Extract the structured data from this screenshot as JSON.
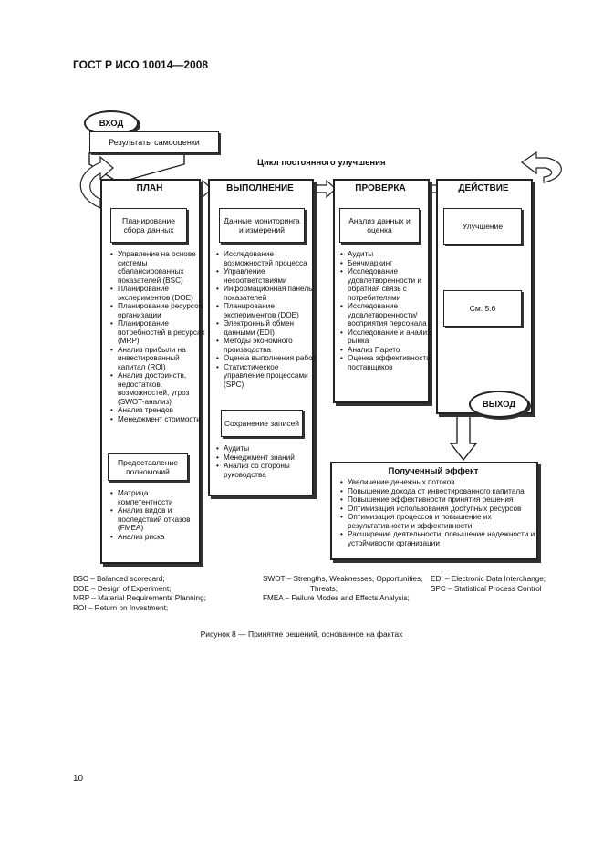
{
  "header": {
    "title": "ГОСТ Р ИСО 10014—2008"
  },
  "diagram": {
    "input_label": "ВХОД",
    "input_box": "Результаты самооценки",
    "cycle_title": "Цикл постоянного улучшения",
    "output_label": "ВЫХОД",
    "columns": [
      {
        "title": "ПЛАН"
      },
      {
        "title": "ВЫПОЛНЕНИЕ"
      },
      {
        "title": "ПРОВЕРКА"
      },
      {
        "title": "ДЕЙСТВИЕ"
      }
    ],
    "plan": {
      "box1": "Планирование сбора данных",
      "items1": [
        "Управление на основе системы сбалансированных показателей (BSC)",
        "Планирование экспериментов (DOE)",
        "Планирование ресурсов организации",
        "Планирование потребностей в ресурсах (MRP)",
        "Анализ прибыли на инвестированный капитал (ROI)",
        "Анализ достоинств, недостатков, возможностей, угроз (SWOT-анализ)",
        "Анализ трендов",
        "Менеджмент стоимости"
      ],
      "box2": "Предоставление полномочий",
      "items2": [
        "Матрица компетентности",
        "Анализ видов и последствий отказов (FMEA)",
        "Анализ риска"
      ]
    },
    "do": {
      "box1": "Данные мониторинга и измерений",
      "items1": [
        "Исследование возможностей процесса",
        "Управление несоответствиями",
        "Информационная панель показателей",
        "Планирование экспериментов (DOE)",
        "Электронный обмен данными (EDI)",
        "Методы экономного производства",
        "Оценка выполнения работ",
        "Статистическое управление процессами (SPC)"
      ],
      "box2": "Сохранение записей",
      "items2": [
        "Аудиты",
        "Менеджмент знаний",
        "Анализ со стороны руководства"
      ]
    },
    "check": {
      "box1": "Анализ данных и оценка",
      "items1": [
        "Аудиты",
        "Бенчмаркинг",
        "Исследование удовлетворенности и обратная связь с потребителями",
        "Исследование удовлетворенности/ восприятия персонала",
        "Исследование и анализ рынка",
        "Анализ Парето",
        "Оценка эффективности поставщиков"
      ]
    },
    "act": {
      "box1": "Улучшение",
      "box2": "См. 5.6"
    },
    "effect": {
      "title": "Полученный эффект",
      "items": [
        "Увеличение денежных потоков",
        "Повышение дохода от инвестированного капитала",
        "Повышение эффективности принятия решения",
        "Оптимизация использования доступных ресурсов",
        "Оптимизация процессов и повышение их результативности и эффективности",
        "Расширение деятельности, повышение надежности и устойчивости организации"
      ]
    }
  },
  "legend": {
    "col1": [
      "BSC – Balanced scorecard;",
      "DOE – Design of Experiment;",
      "MRP – Material Requirements Planning;",
      "ROI – Return on Investment;"
    ],
    "col2": [
      "SWOT – Strengths, Weaknesses, Opportunities,",
      "Threats;",
      "FMEA – Failure Modes and Effects Analysis;"
    ],
    "col3": [
      "EDI – Electronic Data Interchange;",
      "SPC – Statistical Process Control"
    ]
  },
  "caption": "Рисунок 8 — Принятие решений, основанное на фактах",
  "page_number": "10"
}
